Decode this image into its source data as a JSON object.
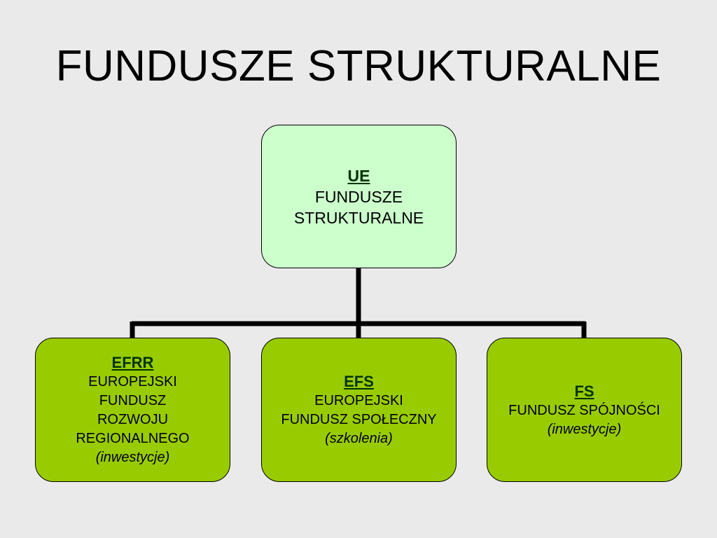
{
  "title": "FUNDUSZE STRUKTURALNE",
  "colors": {
    "background": "#eaeaea",
    "root_fill": "#ccffcc",
    "child_fill": "#99cc00",
    "abbr_text": "#003300",
    "connector": "#000000"
  },
  "root": {
    "abbr": "UE",
    "desc": "FUNDUSZE\nSTRUKTURALNE"
  },
  "children": [
    {
      "abbr": "EFRR",
      "desc": "EUROPEJSKI\nFUNDUSZ\nROZWOJU\nREGIONALNEGO",
      "note": "(inwestycje)"
    },
    {
      "abbr": "EFS",
      "desc": "EUROPEJSKI\nFUNDUSZ SPOŁECZNY",
      "note": "(szkolenia)"
    },
    {
      "abbr": "FS",
      "desc": "FUNDUSZ SPÓJNOŚCI",
      "note": "(inwestycje)"
    }
  ]
}
